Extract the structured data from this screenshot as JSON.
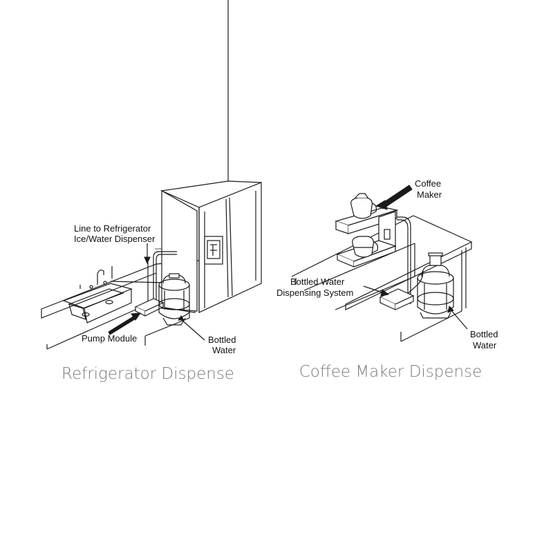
{
  "refrigerator": {
    "line_label": [
      "Line to Refrigerator",
      "Ice/Water Dispenser"
    ],
    "pump_label": "Pump Module",
    "bottle_label": [
      "Bottled",
      "Water"
    ],
    "caption": "Refrigerator Dispense"
  },
  "coffee": {
    "maker_label": [
      "Coffee",
      "Maker"
    ],
    "system_label": [
      "Bottled Water",
      "Dispensing System"
    ],
    "bottle_label": [
      "Bottled",
      "Water"
    ],
    "caption": "Coffee Maker Dispense"
  }
}
